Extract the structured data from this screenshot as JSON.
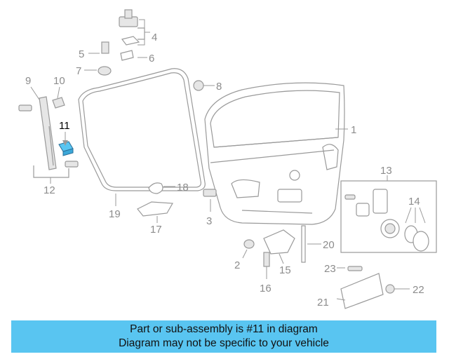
{
  "diagram": {
    "callouts": [
      "1",
      "2",
      "3",
      "4",
      "5",
      "6",
      "7",
      "8",
      "9",
      "10",
      "11",
      "12",
      "13",
      "14",
      "15",
      "16",
      "17",
      "18",
      "19",
      "20",
      "21",
      "22",
      "23"
    ],
    "highlighted_callout": "11",
    "highlight_color": "#59c5f1",
    "line_color": "#9a9a9a"
  },
  "banner": {
    "line1": "Part or sub-assembly is #11 in diagram",
    "line2": "Diagram may not be specific to your vehicle",
    "background": "#59c5f1"
  }
}
